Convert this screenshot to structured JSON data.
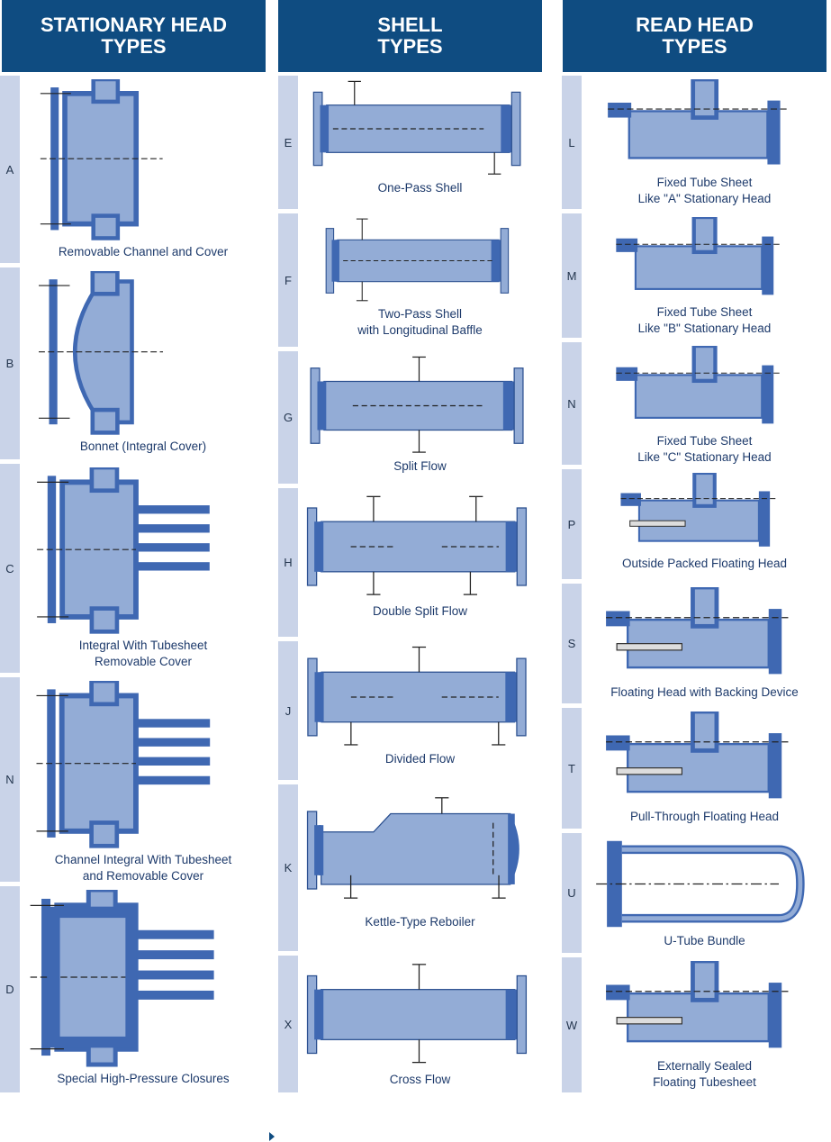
{
  "columns": [
    {
      "title": "STATIONARY HEAD\nTYPES",
      "rows": [
        {
          "letter": "A",
          "caption": "Removable Channel and Cover",
          "icon": "removable-channel-diagram"
        },
        {
          "letter": "B",
          "caption": "Bonnet (Integral Cover)",
          "icon": "bonnet-diagram"
        },
        {
          "letter": "C",
          "caption": "Integral With Tubesheet\nRemovable Cover",
          "icon": "integral-tubesheet-diagram"
        },
        {
          "letter": "N",
          "caption": "Channel Integral With Tubesheet\nand Removable Cover",
          "icon": "channel-integral-diagram"
        },
        {
          "letter": "D",
          "caption": "Special High-Pressure Closures",
          "icon": "high-pressure-closure-diagram"
        }
      ]
    },
    {
      "title": "SHELL\nTYPES",
      "rows": [
        {
          "letter": "E",
          "caption": "One-Pass Shell",
          "icon": "one-pass-shell-diagram"
        },
        {
          "letter": "F",
          "caption": "Two-Pass Shell\nwith Longitudinal Baffle",
          "icon": "two-pass-shell-diagram"
        },
        {
          "letter": "G",
          "caption": "Split Flow",
          "icon": "split-flow-diagram"
        },
        {
          "letter": "H",
          "caption": "Double Split Flow",
          "icon": "double-split-flow-diagram"
        },
        {
          "letter": "J",
          "caption": "Divided Flow",
          "icon": "divided-flow-diagram"
        },
        {
          "letter": "K",
          "caption": "Kettle-Type Reboiler",
          "icon": "kettle-reboiler-diagram"
        },
        {
          "letter": "X",
          "caption": "Cross Flow",
          "icon": "cross-flow-diagram"
        }
      ]
    },
    {
      "title": "READ HEAD\nTYPES",
      "rows": [
        {
          "letter": "L",
          "caption": "Fixed Tube Sheet\nLike \"A\" Stationary Head",
          "icon": "fixed-tube-sheet-a-diagram"
        },
        {
          "letter": "M",
          "caption": "Fixed Tube Sheet\nLike \"B\" Stationary Head",
          "icon": "fixed-tube-sheet-b-diagram"
        },
        {
          "letter": "N",
          "caption": "Fixed Tube Sheet\nLike \"C\" Stationary Head",
          "icon": "fixed-tube-sheet-c-diagram"
        },
        {
          "letter": "P",
          "caption": "Outside Packed Floating Head",
          "icon": "outside-packed-floating-head-diagram"
        },
        {
          "letter": "S",
          "caption": "Floating Head with Backing Device",
          "icon": "floating-head-backing-diagram"
        },
        {
          "letter": "T",
          "caption": "Pull-Through Floating Head",
          "icon": "pull-through-floating-head-diagram"
        },
        {
          "letter": "U",
          "caption": "U-Tube Bundle",
          "icon": "u-tube-bundle-diagram"
        },
        {
          "letter": "W",
          "caption": "Externally Sealed\nFloating Tubesheet",
          "icon": "externally-sealed-tubesheet-diagram"
        }
      ]
    }
  ],
  "colors": {
    "header": "#0f4c81",
    "tab": "#c9d3e8",
    "dark": "#3f68b2",
    "light": "#93acd6",
    "caption": "#1d3a6b"
  }
}
